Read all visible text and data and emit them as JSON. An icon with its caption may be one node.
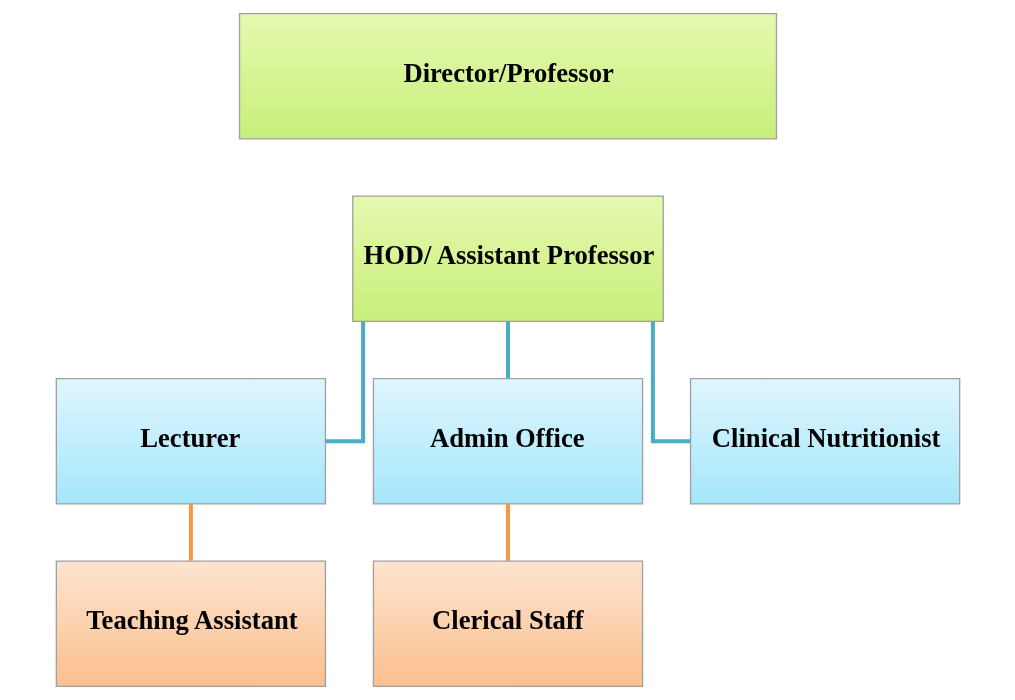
{
  "diagram": {
    "nodes": [
      {
        "text": [
          "Director/Professor"
        ]
      },
      {
        "text": [
          "HOD/ Assistant Professor"
        ]
      },
      {
        "text": [
          "Lecturer"
        ]
      },
      {
        "text": [
          "Admin Office"
        ]
      },
      {
        "text": [
          "Clinical Nutritionist"
        ]
      },
      {
        "text": [
          "Teaching Assistant"
        ]
      },
      {
        "text": [
          "Clerical Staff"
        ]
      }
    ],
    "edges": [
      {
        "from": 1,
        "to": 2,
        "arrow": "none"
      },
      {
        "from": 1,
        "to": 3,
        "arrow": "none"
      },
      {
        "from": 1,
        "to": 4,
        "arrow": "none"
      },
      {
        "from": 2,
        "to": 5,
        "arrow": "none",
        "color": "#f79646"
      },
      {
        "from": 3,
        "to": 6,
        "arrow": "none",
        "color": "#f79646"
      }
    ]
  }
}
